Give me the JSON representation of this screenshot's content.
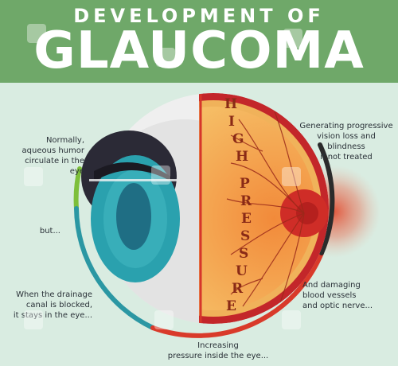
{
  "title": {
    "line1": "DEVELOPMENT OF",
    "line2": "GLAUCOMA"
  },
  "annotations": {
    "normally": [
      "Normally,",
      "aqueous humor",
      "circulate in the eye"
    ],
    "but": "but...",
    "drainage": [
      "When the drainage",
      "canal is blocked,",
      "it stays in the eye..."
    ],
    "increasing": [
      "Increasing",
      "pressure inside the eye..."
    ],
    "damaging": [
      "And damaging",
      "blood vessels",
      "and optic nerve..."
    ],
    "generating": [
      "Generating progressive",
      "vision loss and blindness",
      "if not treated"
    ]
  },
  "vertical_text": [
    "H",
    "I",
    "G",
    "H",
    "P",
    "R",
    "E",
    "S",
    "S",
    "U",
    "R",
    "E"
  ],
  "colors": {
    "header": "#6fa869",
    "background": "#d9ece1",
    "iris": "#2aa1ae",
    "pupil": "#1f6e84",
    "retina": "#f4a64a",
    "nerve_red": "#d6362b",
    "arc_green": "#7dbf3a",
    "arc_teal": "#2b97a3",
    "arc_red": "#d93a2a",
    "arc_dark": "#2b2b2b"
  }
}
